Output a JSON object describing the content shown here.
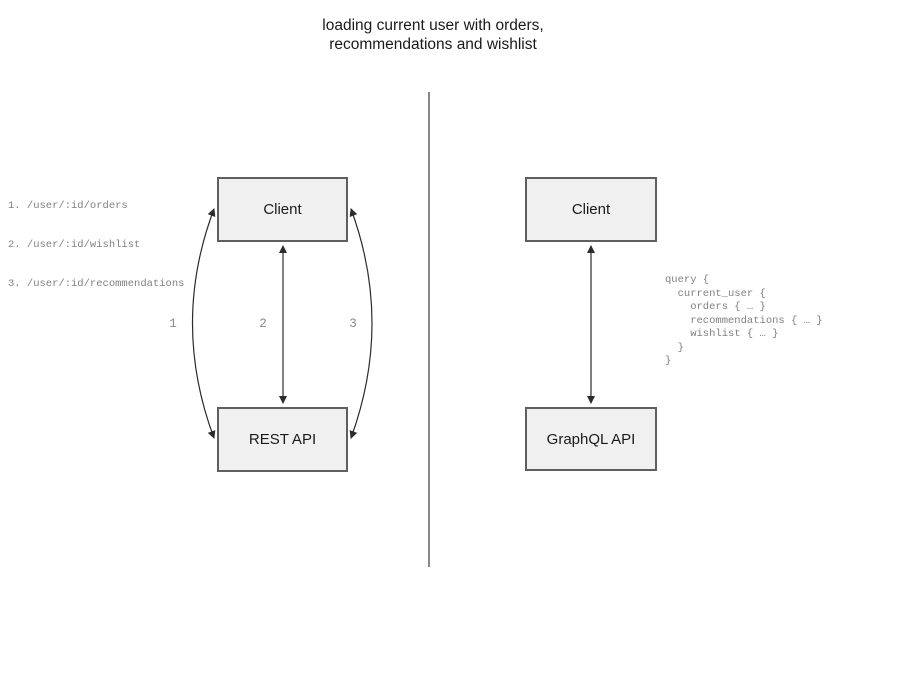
{
  "title": {
    "line1": "loading current user with orders,",
    "line2": "recommendations and wishlist"
  },
  "rest_panel": {
    "client_label": "Client",
    "api_label": "REST API",
    "endpoints": [
      "1. /user/:id/orders",
      "2. /user/:id/wishlist",
      "3. /user/:id/recommendations"
    ],
    "arrow_labels": [
      "1",
      "2",
      "3"
    ]
  },
  "graphql_panel": {
    "client_label": "Client",
    "api_label": "GraphQL API",
    "query_code": "query {\n  current_user {\n    orders { … }\n    recommendations { … }\n    wishlist { … }\n  }\n}"
  },
  "colors": {
    "box_fill": "#f0f0f0",
    "box_border": "#5f5f5f",
    "arrow": "#2b2b2b",
    "muted_text": "#808080",
    "divider": "#6b6b6b",
    "background": "#ffffff"
  }
}
